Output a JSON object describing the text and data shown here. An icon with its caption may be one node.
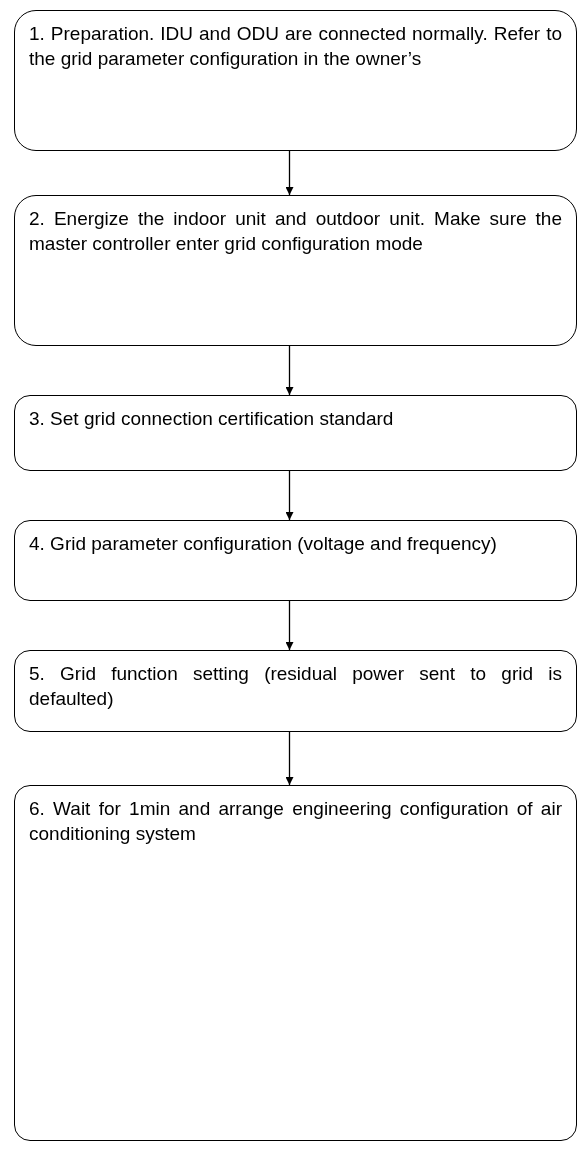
{
  "diagram": {
    "nodes": [
      {
        "text": [
          "1. Preparation. IDU and ODU are connected normally. Refer to the grid parameter configuration in the owner’s"
        ]
      },
      {
        "text": [
          "2. Energize the indoor unit and outdoor unit. Make sure the master controller enter grid configuration mode"
        ]
      },
      {
        "text": [
          "3. Set grid connection certification standard"
        ]
      },
      {
        "text": [
          "4. Grid parameter configuration (voltage and frequency)"
        ]
      },
      {
        "text": [
          "5. Grid function setting (residual power sent to grid is defaulted)"
        ]
      },
      {
        "text": [
          "6. Wait for 1min and arrange engineering configuration of air conditioning system"
        ]
      }
    ],
    "edges": [
      {
        "from": 0,
        "to": 1,
        "arrow": "to"
      },
      {
        "from": 1,
        "to": 2,
        "arrow": "to"
      },
      {
        "from": 2,
        "to": 3,
        "arrow": "to"
      },
      {
        "from": 3,
        "to": 4,
        "arrow": "to"
      },
      {
        "from": 4,
        "to": 5,
        "arrow": "to"
      }
    ]
  }
}
